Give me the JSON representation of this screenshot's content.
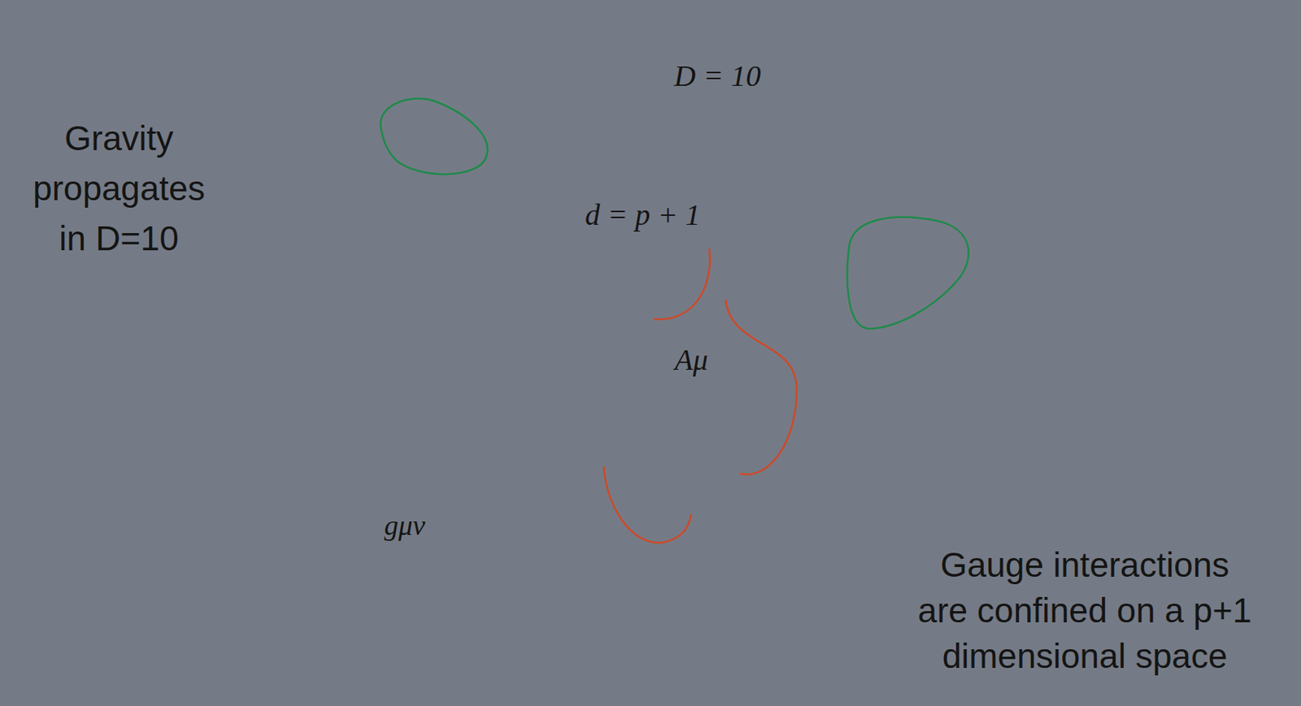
{
  "diagram": {
    "nodes": [
      {
        "text": [
          "D = 10"
        ]
      },
      {
        "text": [
          "d = p + 1",
          "Aμ"
        ],
        "in": 0
      },
      {
        "text": [
          "gμν"
        ],
        "in": 0
      }
    ],
    "labels": [
      "Gravity propagates in D=10",
      "Gauge interactions are confined on a p+1 dimensional space"
    ]
  }
}
